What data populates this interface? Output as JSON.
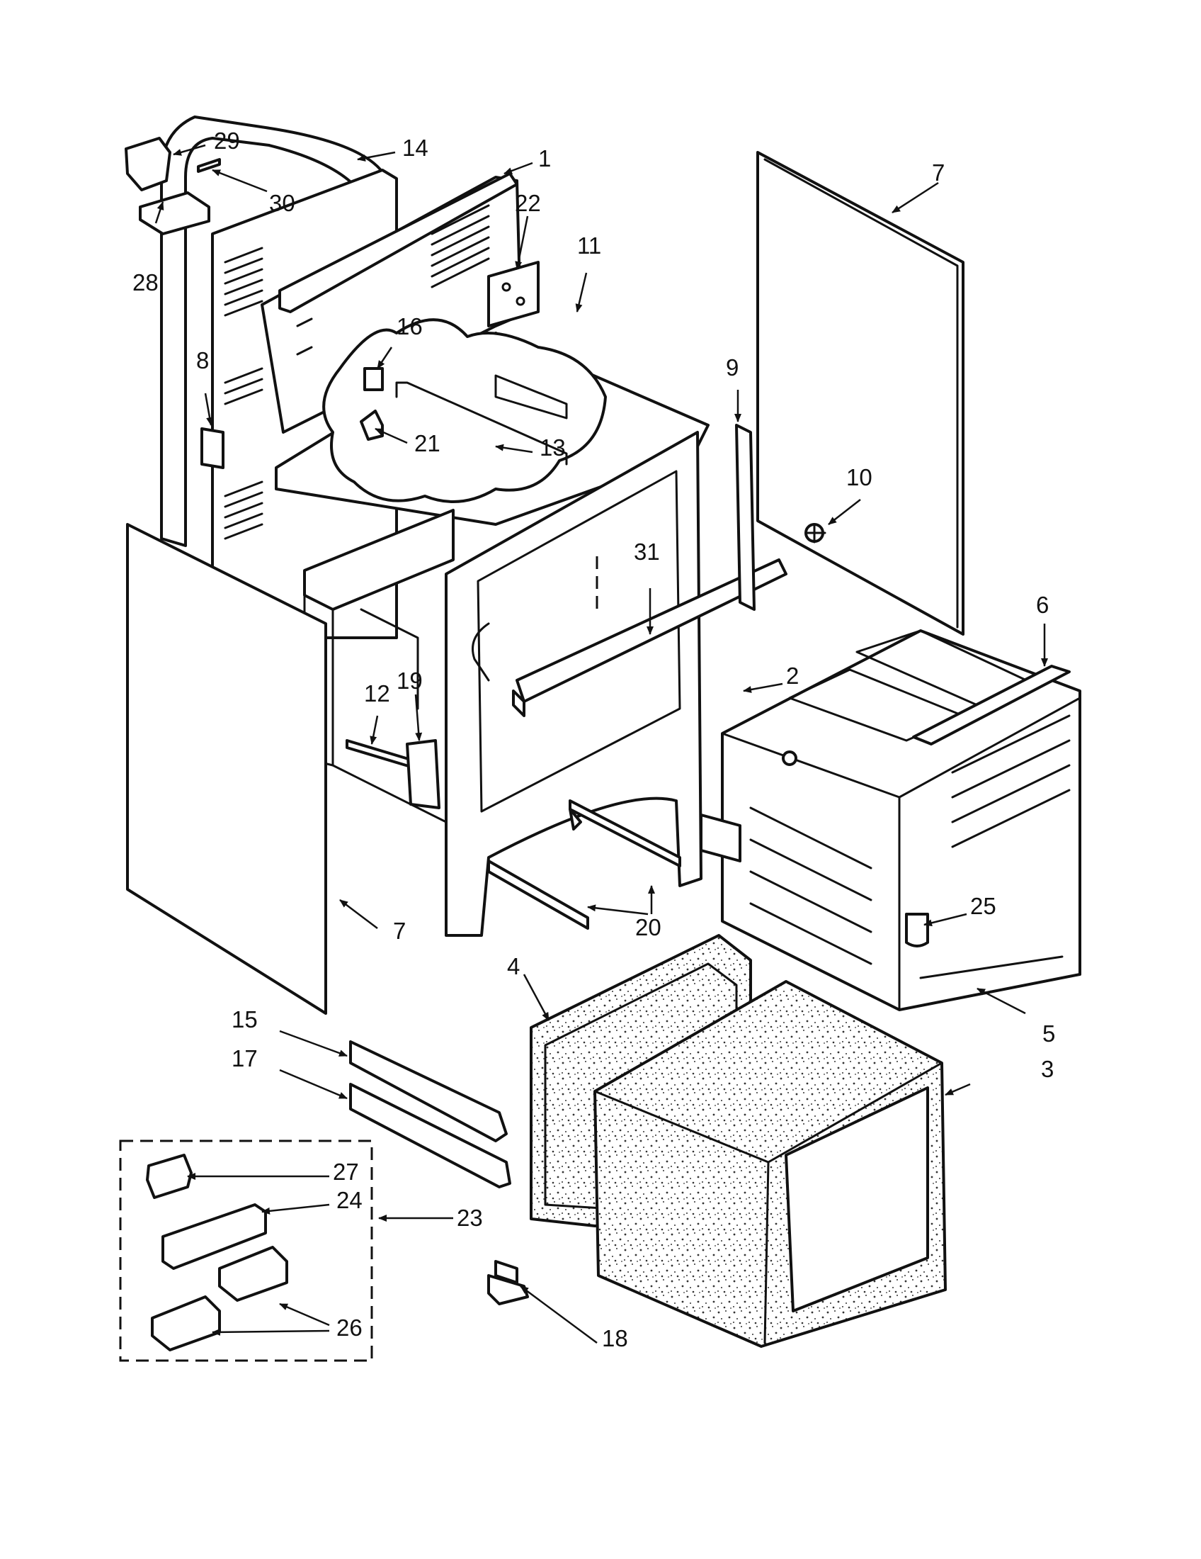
{
  "diagram": {
    "callouts": [
      "1",
      "2",
      "3",
      "4",
      "5",
      "6",
      "7",
      "7",
      "8",
      "9",
      "10",
      "11",
      "12",
      "13",
      "14",
      "15",
      "16",
      "17",
      "18",
      "19",
      "20",
      "21",
      "22",
      "23",
      "24",
      "25",
      "26",
      "27",
      "28",
      "29",
      "30",
      "31"
    ]
  },
  "colors": {
    "ink": "#111111",
    "paper": "#ffffff"
  }
}
